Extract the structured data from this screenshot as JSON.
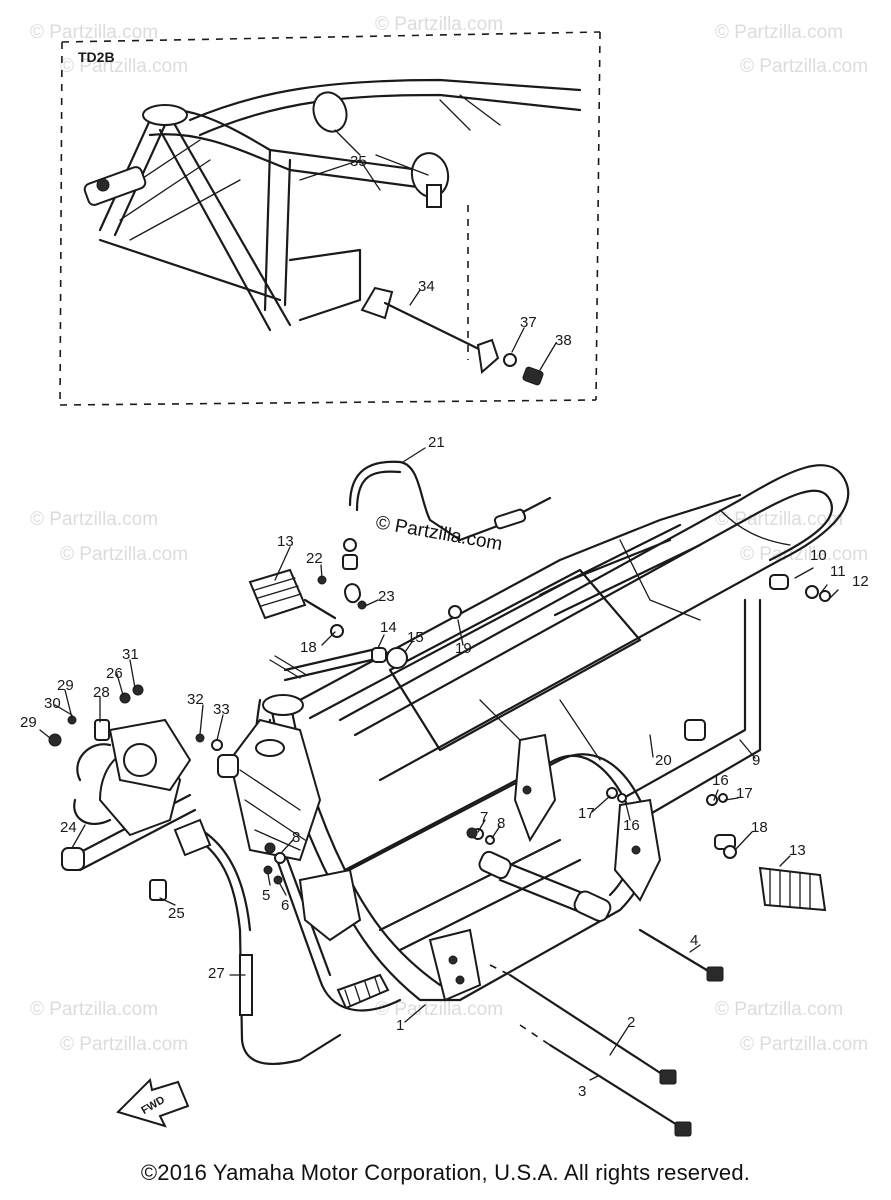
{
  "inset": {
    "label": "TD2B"
  },
  "watermarks": {
    "faint": "© Partzilla.com",
    "center": "© Partzilla.com"
  },
  "callouts": {
    "c1": "1",
    "c2": "2",
    "c3": "3",
    "c4": "4",
    "c5": "5",
    "c6": "6",
    "c7": "7",
    "c8a": "8",
    "c8b": "8",
    "c9": "9",
    "c10": "10",
    "c11": "11",
    "c12": "12",
    "c13a": "13",
    "c13b": "13",
    "c14": "14",
    "c15": "15",
    "c16a": "16",
    "c16b": "16",
    "c17a": "17",
    "c17b": "17",
    "c18a": "18",
    "c18b": "18",
    "c19": "19",
    "c20": "20",
    "c21": "21",
    "c22": "22",
    "c23": "23",
    "c24": "24",
    "c25": "25",
    "c26": "26",
    "c27": "27",
    "c28": "28",
    "c29a": "29",
    "c29b": "29",
    "c30": "30",
    "c31": "31",
    "c32": "32",
    "c33": "33",
    "c34": "34",
    "c35": "35",
    "c37": "37",
    "c38": "38"
  },
  "fwd_label": "FWD",
  "copyright": "©2016 Yamaha Motor Corporation, U.S.A. All rights reserved."
}
